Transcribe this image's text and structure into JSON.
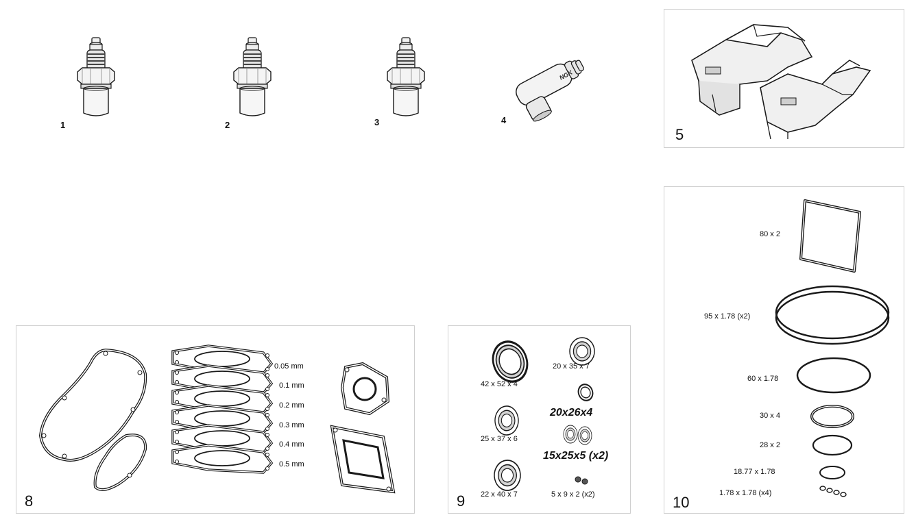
{
  "parts": {
    "p1": {
      "number": "1"
    },
    "p2": {
      "number": "2"
    },
    "p3": {
      "number": "3"
    },
    "p4": {
      "number": "4",
      "cap_text": "NGK"
    },
    "p5": {
      "number": "5"
    },
    "p8": {
      "number": "8",
      "shims": [
        "0.05 mm",
        "0.1 mm",
        "0.2 mm",
        "0.3 mm",
        "0.4 mm",
        "0.5 mm"
      ]
    },
    "p9": {
      "number": "9",
      "seals": [
        "42 x 52 x 4",
        "20 x 35 x 7",
        "20x26x4",
        "25 x 37 x 6",
        "15x25x5 (x2)",
        "22 x 40 x 7",
        "5 x 9 x 2 (x2)"
      ]
    },
    "p10": {
      "number": "10",
      "orings": [
        "80 x 2",
        "95 x 1.78 (x2)",
        "60 x 1.78",
        "30 x 4",
        "28 x 2",
        "18.77 x 1.78",
        "1.78 x 1.78 (x4)"
      ]
    }
  },
  "colors": {
    "line": "#1a1a1a",
    "frame": "#cfcfcf",
    "shade": "#bdbdbd"
  }
}
